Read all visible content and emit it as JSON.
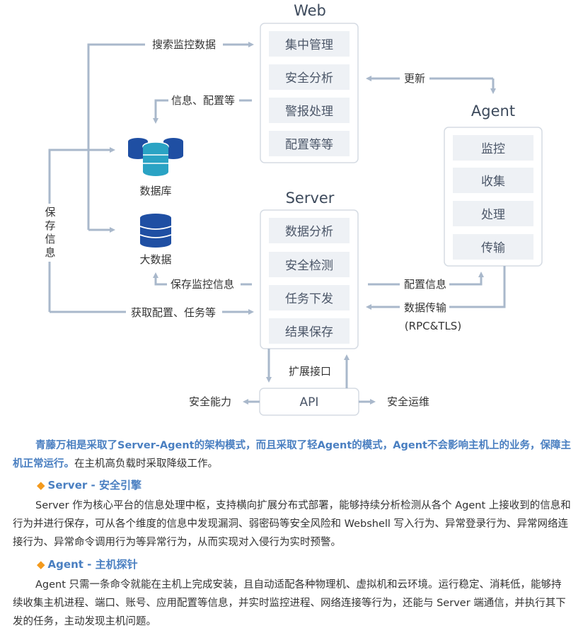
{
  "diagram": {
    "web": {
      "title": "Web",
      "items": [
        "集中管理",
        "安全分析",
        "警报处理",
        "配置等等"
      ]
    },
    "agent": {
      "title": "Agent",
      "items": [
        "监控",
        "收集",
        "处理",
        "传输"
      ]
    },
    "server": {
      "title": "Server",
      "items": [
        "数据分析",
        "安全检测",
        "任务下发",
        "结果保存"
      ]
    },
    "api": {
      "label": "API"
    },
    "database": {
      "label": "数据库"
    },
    "bigdata": {
      "label": "大数据"
    },
    "labels": {
      "search": "搜索监控数据",
      "info_config": "信息、配置等",
      "save_info_vertical": [
        "保",
        "存",
        "信",
        "息"
      ],
      "save_monitor": "保存监控信息",
      "get_config": "获取配置、任务等",
      "update": "更新",
      "config_info": "配置信息",
      "data_transfer": "数据传输",
      "rpc": "(RPC&TLS)",
      "extension": "扩展接口",
      "security_ability": "安全能力",
      "security_ops": "安全运维"
    },
    "colors": {
      "box_border": "#d5dbe3",
      "item_bg": "#eef1f5",
      "arrow": "#a9b8cb",
      "db_dark": "#1f4fa3",
      "db_teal": "#2aa3c4"
    }
  },
  "text": {
    "intro_lead": "青藤万相是采取了Server-Agent的架构模式，而且采取了轻Agent的模式，Agent不会影响主机上的业务，保障主机正常运行。",
    "intro_rest": "在主机高负载时采取降级工作。",
    "server_heading": "Server - 安全引擎",
    "server_body": "Server 作为核心平台的信息处理中枢，支持横向扩展分布式部署，能够持续分析检测从各个 Agent 上接收到的信息和行为并进行保存，可从各个维度的信息中发现漏洞、弱密码等安全风险和 Webshell 写入行为、异常登录行为、异常网络连接行为、异常命令调用行为等异常行为，从而实现对入侵行为实时预警。",
    "agent_heading": "Agent - 主机探针",
    "agent_body": "Agent 只需一条命令就能在主机上完成安装，且自动适配各种物理机、虚拟机和云环境。运行稳定、消耗低，能够持续收集主机进程、端口、账号、应用配置等信息，并实时监控进程、网络连接等行为，还能与 Server 端通信，并执行其下发的任务，主动发现主机问题。",
    "diamond": "◆"
  }
}
